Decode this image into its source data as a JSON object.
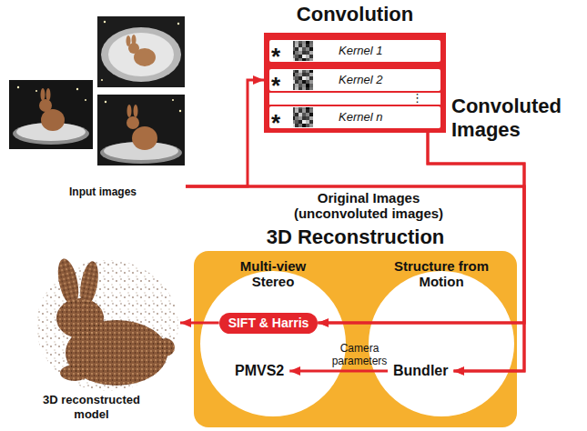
{
  "diagram": {
    "nodes": [
      {
        "text": [
          "Input images"
        ]
      },
      {
        "text": [
          "Convolution"
        ]
      },
      {
        "text": [
          "Kernel 1"
        ],
        "in": 1
      },
      {
        "text": [
          "Kernel 2"
        ],
        "in": 1
      },
      {
        "text": [
          "Kernel n"
        ],
        "in": 1
      },
      {
        "text": [
          "3D Reconstruction"
        ]
      },
      {
        "text": [
          "Multi-view Stereo",
          "PMVS2"
        ],
        "in": 5
      },
      {
        "text": [
          "Structure from Motion",
          "Bundler"
        ],
        "in": 5
      },
      {
        "text": [
          "SIFT & Harris"
        ],
        "in": 5
      },
      {
        "text": [
          "3D reconstructed model"
        ]
      }
    ],
    "edges": [
      {
        "from": 0,
        "to": 1,
        "arrow": "to"
      },
      {
        "from": 0,
        "to": 8,
        "label": "Original Images (unconvoluted images)",
        "arrow": "to"
      },
      {
        "from": 0,
        "to": 7,
        "arrow": "to"
      },
      {
        "from": 1,
        "to": 8,
        "label": "Convoluted Images",
        "arrow": "to"
      },
      {
        "from": 1,
        "to": 7,
        "arrow": "to"
      },
      {
        "from": 8,
        "to": 9,
        "arrow": "to"
      },
      {
        "from": 7,
        "to": 6,
        "label": "Camera parameters",
        "arrow": "to"
      }
    ],
    "labels": [
      "*",
      "*",
      "*",
      "⋮"
    ]
  }
}
